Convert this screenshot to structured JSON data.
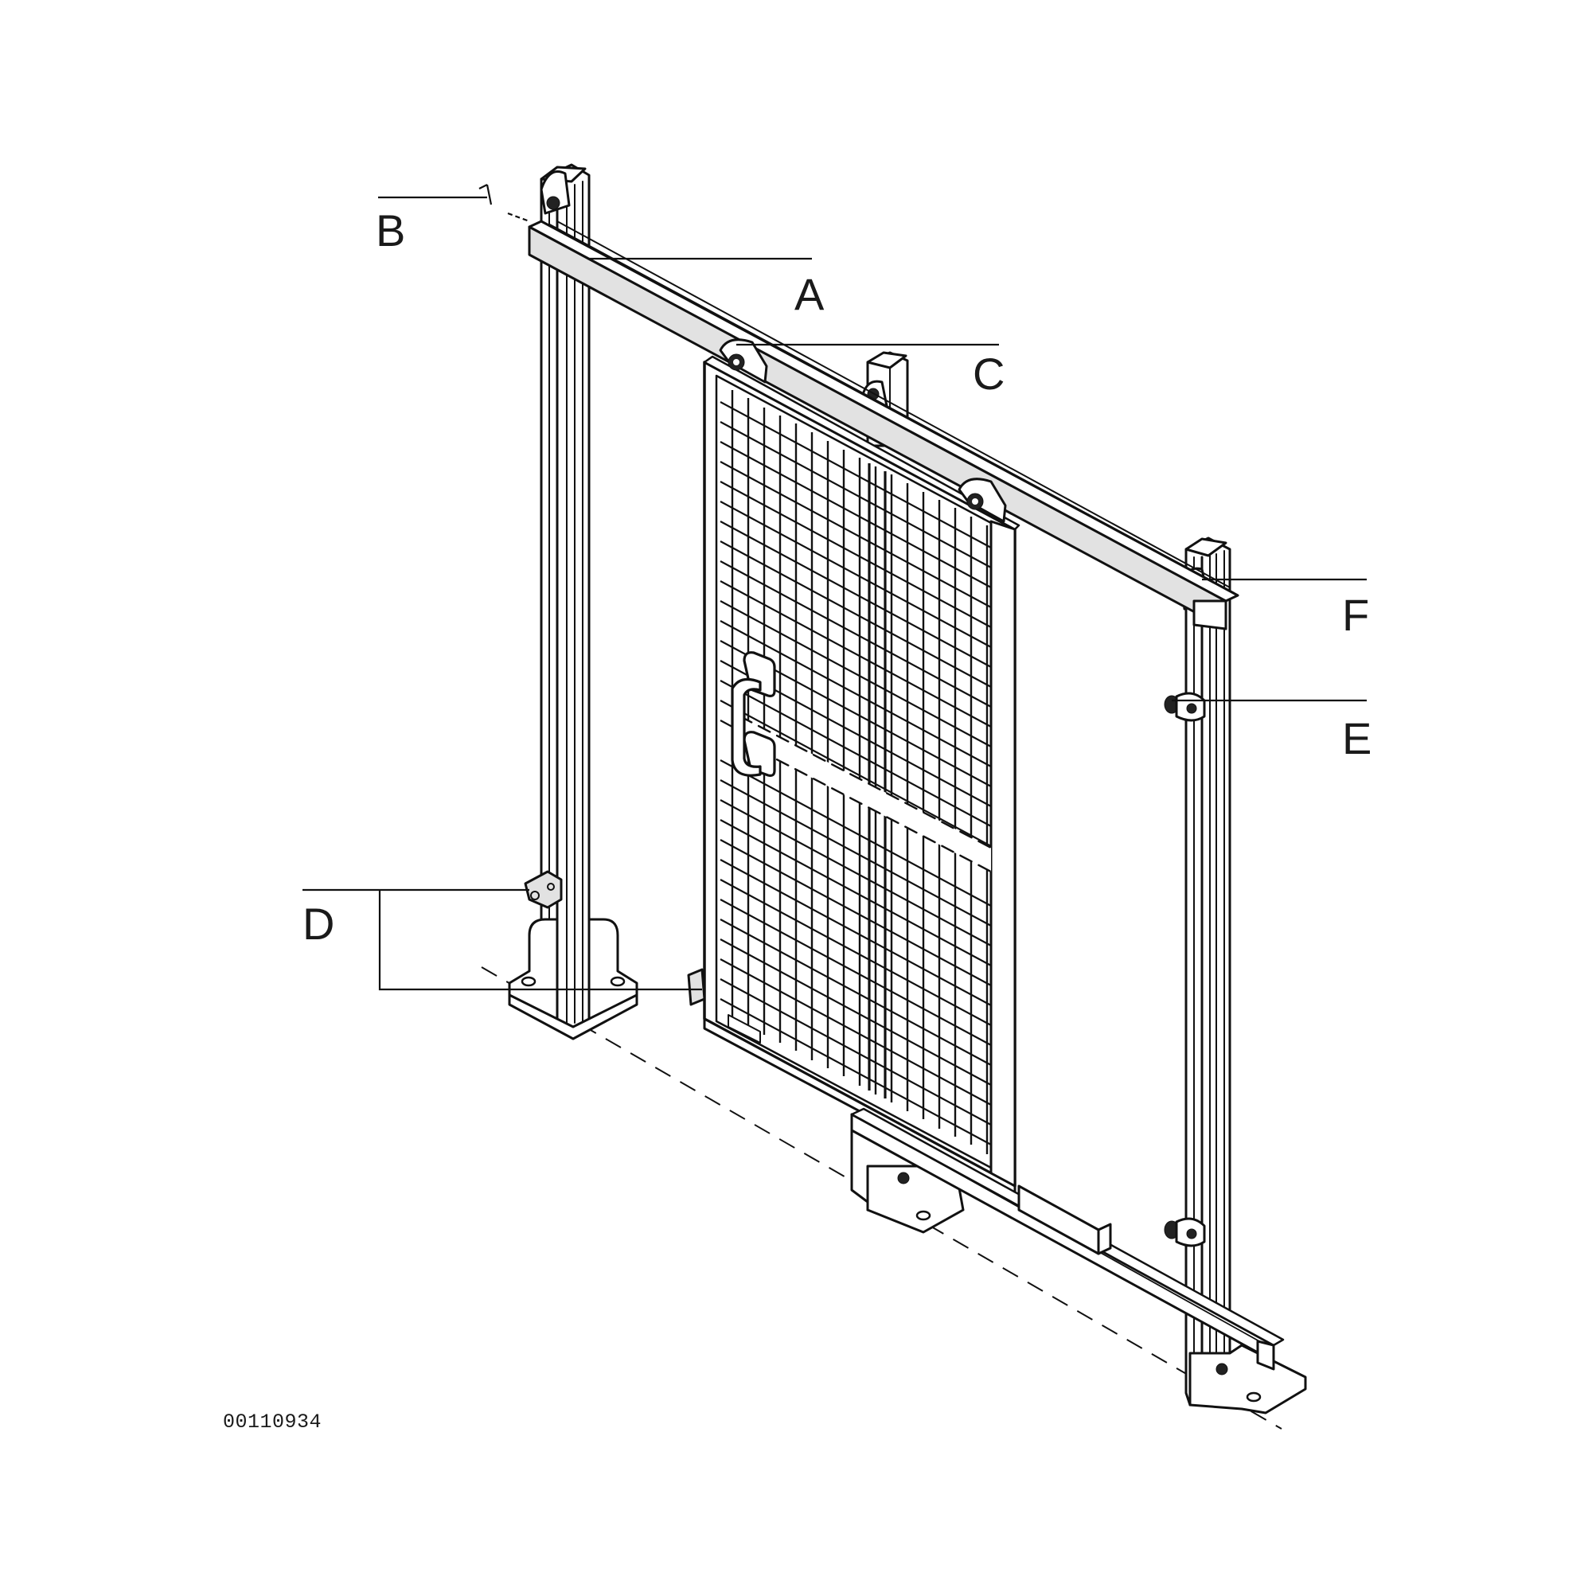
{
  "figure": {
    "type": "assembly-diagram",
    "subject": "sliding door guard assembly",
    "document_number": "00110934",
    "colors": {
      "line": "#111111",
      "shade": "#e2e2e2",
      "background": "#ffffff"
    }
  },
  "callouts": [
    {
      "id": "A",
      "label": "A",
      "part": "upper guide rail"
    },
    {
      "id": "B",
      "label": "B",
      "part": "rail end fastener"
    },
    {
      "id": "C",
      "label": "C",
      "part": "door roller carriage"
    },
    {
      "id": "D",
      "label": "D",
      "part": "floor guide brackets"
    },
    {
      "id": "E",
      "label": "E",
      "part": "door stop"
    },
    {
      "id": "F",
      "label": "F",
      "part": "rail post bracket"
    }
  ]
}
